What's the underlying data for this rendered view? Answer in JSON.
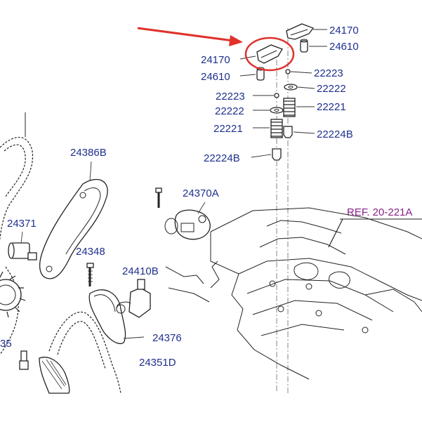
{
  "labels": {
    "rocker_top": "24170",
    "lash_top": "24610",
    "rocker_circled": "24170",
    "lash_left": "24610",
    "retainer_right": "22223",
    "seat_right": "22222",
    "spring_right": "22221",
    "seal_right": "22224B",
    "retainer_left": "22223",
    "seat_left": "22222",
    "spring_left": "22221",
    "seal_left": "22224B",
    "guide_rail": "24386B",
    "sensor": "24370A",
    "tensioner": "24371",
    "bolt": "24348",
    "tensioner_small": "24410B",
    "lever": "24376",
    "guide_lower": "24351D",
    "partial_left": "35",
    "ref": "REF. 20-221A"
  },
  "colors": {
    "label": "#1f2f8c",
    "ref": "#8a1f8a",
    "highlight": "#e0312b",
    "line": "#222222"
  }
}
